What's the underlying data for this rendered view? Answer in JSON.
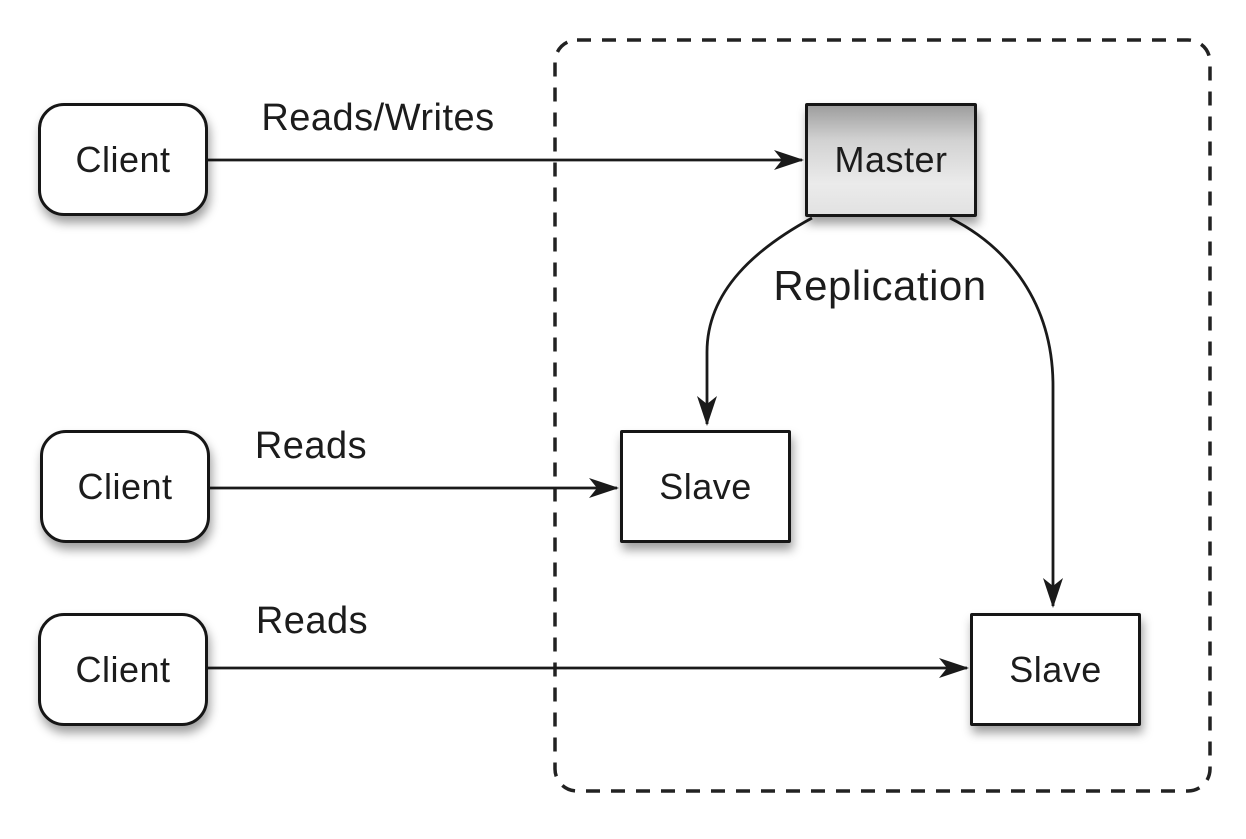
{
  "diagram": {
    "type": "flowchart",
    "nodes": [
      {
        "id": "client-1",
        "label": "Client",
        "shape": "rounded-rect"
      },
      {
        "id": "client-2",
        "label": "Client",
        "shape": "rounded-rect"
      },
      {
        "id": "client-3",
        "label": "Client",
        "shape": "rounded-rect"
      },
      {
        "id": "master",
        "label": "Master",
        "shape": "rect-gradient"
      },
      {
        "id": "slave-1",
        "label": "Slave",
        "shape": "rect"
      },
      {
        "id": "slave-2",
        "label": "Slave",
        "shape": "rect"
      }
    ],
    "edges": [
      {
        "from": "client-1",
        "to": "master",
        "label": "Reads/Writes",
        "style": "straight-arrow"
      },
      {
        "from": "client-2",
        "to": "slave-1",
        "label": "Reads",
        "style": "straight-arrow"
      },
      {
        "from": "client-3",
        "to": "slave-2",
        "label": "Reads",
        "style": "straight-arrow"
      },
      {
        "from": "master",
        "to": "slave-1",
        "label": "Replication",
        "style": "curved-arrow"
      },
      {
        "from": "master",
        "to": "slave-2",
        "label": "Replication",
        "style": "curved-arrow"
      }
    ],
    "boundary": {
      "name": "replication-cluster-boundary",
      "style": "dashed-rounded-rect"
    },
    "colors": {
      "stroke": "#1a1a1a",
      "node_fill": "#ffffff",
      "master_gradient_top": "#9e9e9e",
      "master_gradient_bottom": "#e2e2e2",
      "background": "#ffffff",
      "text": "#1c1c1c"
    }
  }
}
